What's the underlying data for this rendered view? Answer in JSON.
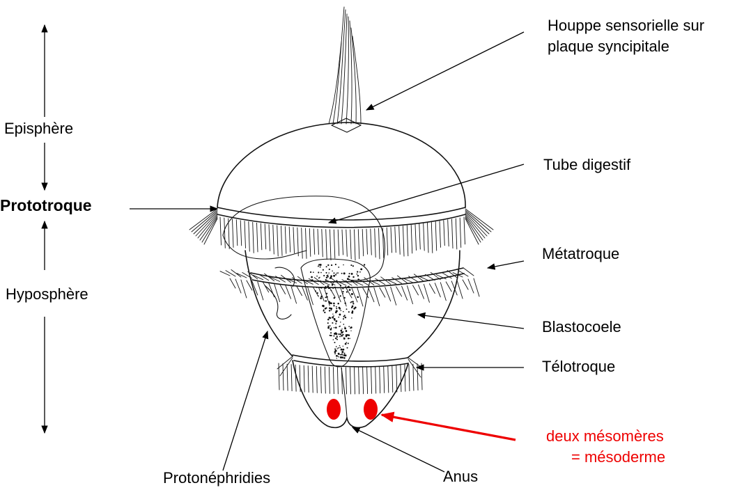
{
  "labels": {
    "houppe": [
      "Houppe sensorielle sur",
      "plaque syncipitale"
    ],
    "tube_digestif": "Tube digestif",
    "metatroque": "Métatroque",
    "blastocoele": "Blastocoele",
    "telotroque": "Télotroque",
    "mesomeres": [
      "deux mésomères",
      "= mésoderme"
    ],
    "anus": "Anus",
    "protonephridies": "Protonéphridies",
    "episphere": "Episphère",
    "prototroque": "Prototroque",
    "hyposphere": "Hyposphère"
  },
  "colors": {
    "ink": "#111111",
    "accent_red": "#ee0000"
  }
}
